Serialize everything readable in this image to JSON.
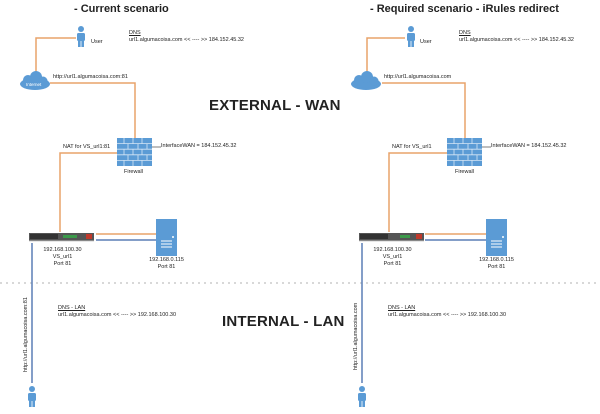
{
  "colors": {
    "wan_link": "#e8a36a",
    "lan_link": "#5b7fb5",
    "icon_blue": "#5b9bd5",
    "divider": "#b0b0b0"
  },
  "zones": {
    "external": "EXTERNAL - WAN",
    "internal": "INTERNAL - LAN"
  },
  "scenarios": [
    {
      "title": "- Current scenario",
      "user_label": "User",
      "dns_heading": "DNS",
      "dns_record": "url1.algumacoisa.com  << ---- >> 184.152.45.32",
      "internet_label": "Internet",
      "internet_link": "http://url1.algumacoisa.com:81",
      "firewall_label": "Firewall",
      "firewall_interface": "InterfaceWAN = 184.152.45.32",
      "nat_label": "NAT for VS_url1:81",
      "lb_ip": "192.168.100.30",
      "lb_vs": "VS_url1",
      "lb_port": "Port 81",
      "server_ip": "192.168.0.115",
      "server_port": "Port 81",
      "lan_dns_heading": "DNS - LAN",
      "lan_dns_record": "url1.algumacoisa.com  << ---- >> 192.168.100.30",
      "lan_user_link": "http://url1.algumacoisa.com:81"
    },
    {
      "title": "- Required scenario - iRules redirect",
      "user_label": "User",
      "dns_heading": "DNS",
      "dns_record": "url1.algumacoisa.com  << ---- >> 184.152.45.32",
      "internet_label": "",
      "internet_link": "http://url1.algumacoisa.com",
      "firewall_label": "Firewall",
      "firewall_interface": "InterfaceWAN = 184.152.45.32",
      "nat_label": "NAT for VS_url1",
      "lb_ip": "192.168.100.30",
      "lb_vs": "VS_url1",
      "lb_port": "Port 81",
      "server_ip": "192.168.0.115",
      "server_port": "Port 81",
      "lan_dns_heading": "DNS - LAN",
      "lan_dns_record": "url1.algumacoisa.com  << ---- >> 192.168.100.30",
      "lan_user_link": "http://url1.algumacoisa.com"
    }
  ]
}
